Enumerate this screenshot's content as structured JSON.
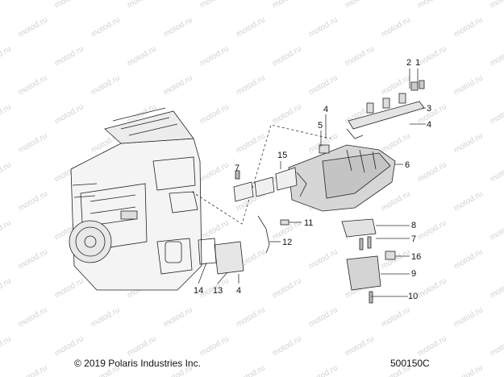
{
  "watermark": "motod.ru",
  "callouts": [
    "1",
    "2",
    "3",
    "4",
    "4",
    "5",
    "6",
    "7",
    "7",
    "8",
    "10",
    "11",
    "12",
    "13",
    "14",
    "15",
    "16",
    "4"
  ],
  "callout_list": [
    {
      "n": "1"
    },
    {
      "n": "2"
    },
    {
      "n": "3"
    },
    {
      "n": "4"
    },
    {
      "n": "4"
    },
    {
      "n": "5"
    },
    {
      "n": "6"
    },
    {
      "n": "7"
    },
    {
      "n": "7"
    },
    {
      "n": "8"
    },
    {
      "n": "9"
    },
    {
      "n": "10"
    },
    {
      "n": "11"
    },
    {
      "n": "12"
    },
    {
      "n": "13"
    },
    {
      "n": "14"
    },
    {
      "n": "15"
    },
    {
      "n": "16"
    },
    {
      "n": "4"
    }
  ],
  "footer": {
    "copyright": "© 2019 Polaris Industries Inc.",
    "part_number": "500150C"
  },
  "colors": {
    "line": "#222222",
    "fill_light": "#e6e6e6",
    "fill_mid": "#c8c8c8",
    "watermark": "#d2d2d2"
  }
}
